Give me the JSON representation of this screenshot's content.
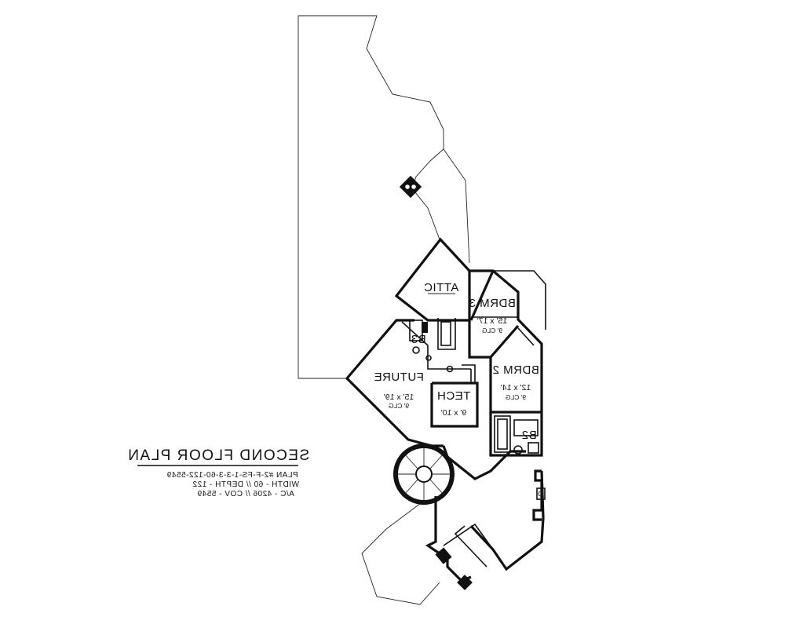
{
  "plan_title": "SECOND FLOOR PLAN",
  "plan_info": [
    "PLAN #2-F-FS-1-3-3-60-122-5549",
    "WIDTH - 60 // DEPTH - 122",
    "A/C - 4206 // COV - 5549"
  ],
  "rooms": {
    "attic": {
      "name": "ATTIC"
    },
    "bdrm3": {
      "name": "BDRM 3",
      "size": "15' x 17'",
      "ceiling": "9' CLG"
    },
    "bdrm2": {
      "name": "BDRM 2",
      "size": "12' x 14'",
      "ceiling": "9' CLG"
    },
    "future": {
      "name": "FUTURE",
      "size": "15' x 19'",
      "ceiling": "9' CLG"
    },
    "tech": {
      "name": "TECH",
      "size": "9' x 10'"
    },
    "b3": {
      "name": "B3"
    },
    "b2": {
      "name": "B2"
    }
  },
  "colors": {
    "ink": "#111111",
    "paper": "#ffffff"
  }
}
